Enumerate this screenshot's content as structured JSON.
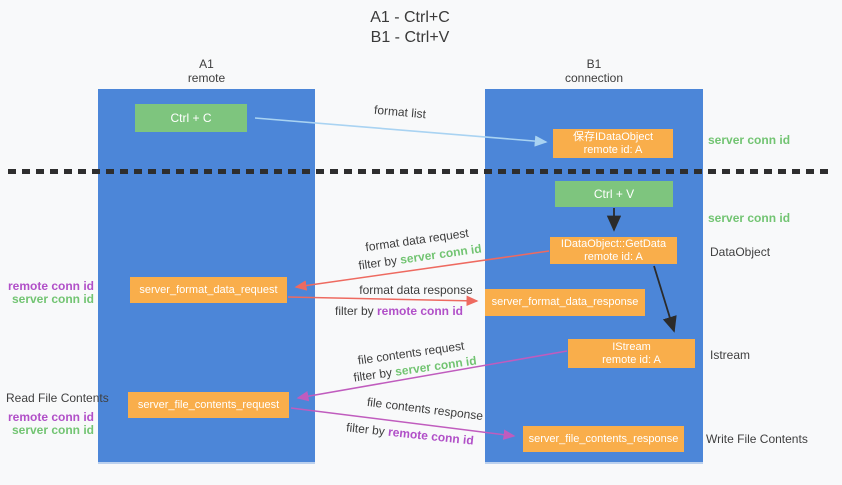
{
  "title": {
    "line1": "A1 - Ctrl+C",
    "line2": "B1 - Ctrl+V"
  },
  "lifelines": {
    "a1": {
      "name": "A1",
      "role": "remote"
    },
    "b1": {
      "name": "B1",
      "role": "connection"
    }
  },
  "nodes": {
    "ctrl_c": {
      "label": "Ctrl + C"
    },
    "save_idataobject": {
      "line1": "保存IDataObject",
      "line2": "remote id: A"
    },
    "ctrl_v": {
      "label": "Ctrl + V"
    },
    "idataobject_getdata": {
      "line1": "IDataObject::GetData",
      "line2": "remote id: A"
    },
    "server_format_data_request": {
      "label": "server_format_data_request"
    },
    "server_format_data_response": {
      "label": "server_format_data_response"
    },
    "istream": {
      "line1": "IStream",
      "line2": "remote id: A"
    },
    "server_file_contents_request": {
      "label": "server_file_contents_request"
    },
    "server_file_contents_response": {
      "label": "server_file_contents_response"
    }
  },
  "arrow_labels": {
    "format_list": "format list",
    "format_data_request": "format data request",
    "format_data_response": "format data response",
    "file_contents_request": "file contents request",
    "file_contents_response": "file contents response",
    "filter_by": "filter by ",
    "server_conn_id": "server conn id",
    "remote_conn_id": "remote conn id"
  },
  "side_labels": {
    "server_conn_id_top": "server conn id",
    "server_conn_id_mid": "server conn id",
    "dataobject": "DataObject",
    "istream": "Istream",
    "write_file_contents": "Write File Contents",
    "read_file_contents": "Read File Contents",
    "remote_conn_id_format": "remote conn id",
    "server_conn_id_format": "server conn id",
    "remote_conn_id_file": "remote conn id",
    "server_conn_id_file": "server conn id"
  },
  "colors": {
    "background": "#f8f9fa",
    "column_blue": "#4c86d8",
    "box_green": "#7ec57e",
    "box_orange": "#f9ae4b",
    "arrow_lightblue": "#a9d3f2",
    "arrow_red": "#ee6a60",
    "arrow_magenta": "#c05cbe",
    "arrow_black": "#2b2b2b",
    "text_green": "#72c472",
    "text_purple": "#b150c8",
    "text_dark": "#3a3a3a"
  }
}
